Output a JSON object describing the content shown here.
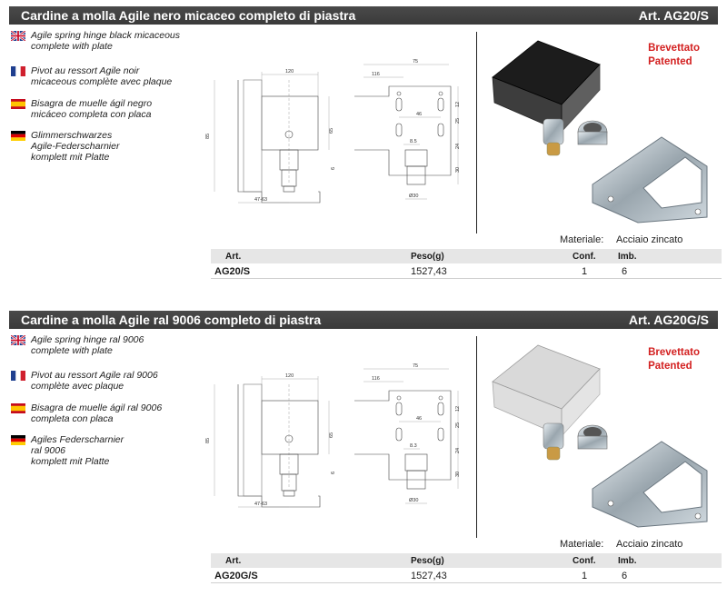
{
  "products": [
    {
      "title": "Cardine a molla Agile nero micaceo completo di piastra",
      "art": "Art. AG20/S",
      "descriptions": [
        {
          "flag": "uk-flag-icon",
          "text": "Agile spring hinge black micaceous\ncomplete with plate"
        },
        {
          "flag": "fr-flag-icon",
          "text": "Pivot au ressort Agile noir\nmicaceous complète avec plaque"
        },
        {
          "flag": "es-flag-icon",
          "text": "Bisagra de muelle ágil negro\nmicáceo completa con placa"
        },
        {
          "flag": "de-flag-icon",
          "text": "Glimmerschwarzes\nAgile-Federscharnier\nkomplett mit Platte"
        }
      ],
      "patent": [
        "Brevettato",
        "Patented"
      ],
      "material_label": "Materiale:",
      "material_value": "Acciaio zincato",
      "table": {
        "headers": [
          "Art.",
          "Peso(g)",
          "Conf.",
          "Imb."
        ],
        "row": [
          "AG20/S",
          "1527,43",
          "1",
          "6"
        ]
      },
      "dims": {
        "w120": "120",
        "w116": "116",
        "w75": "75",
        "h85": "85",
        "h65": "65",
        "h6": "6",
        "r47": "47-63",
        "d30": "Ø30",
        "d46": "46",
        "d85": "8.5",
        "v12": "12",
        "v25": "25",
        "v24": "24",
        "v30": "30"
      },
      "cover_color": "#1c1c1c"
    },
    {
      "title": "Cardine a molla Agile ral 9006 completo di piastra",
      "art": "Art. AG20G/S",
      "descriptions": [
        {
          "flag": "uk-flag-icon",
          "text": "Agile spring hinge ral 9006\ncomplete with plate"
        },
        {
          "flag": "fr-flag-icon",
          "text": "Pivot au ressort Agile ral 9006\ncomplète avec plaque"
        },
        {
          "flag": "es-flag-icon",
          "text": "Bisagra de muelle ágil ral 9006\ncompleta con placa"
        },
        {
          "flag": "de-flag-icon",
          "text": "Agiles Federscharnier\nral 9006\nkomplett mit Platte"
        }
      ],
      "patent": [
        "Brevettato",
        "Patented"
      ],
      "material_label": "Materiale:",
      "material_value": "Acciaio zincato",
      "table": {
        "headers": [
          "Art.",
          "Peso(g)",
          "Conf.",
          "Imb."
        ],
        "row": [
          "AG20G/S",
          "1527,43",
          "1",
          "6"
        ]
      },
      "dims": {
        "w120": "120",
        "w116": "116",
        "w75": "75",
        "h85": "85",
        "h65": "65",
        "h6": "6",
        "r47": "47-63",
        "d30": "Ø30",
        "d46": "46",
        "d85": "8.3",
        "v12": "12",
        "v25": "25",
        "v24": "24",
        "v30": "30"
      },
      "cover_color": "#d9d9d9"
    }
  ]
}
